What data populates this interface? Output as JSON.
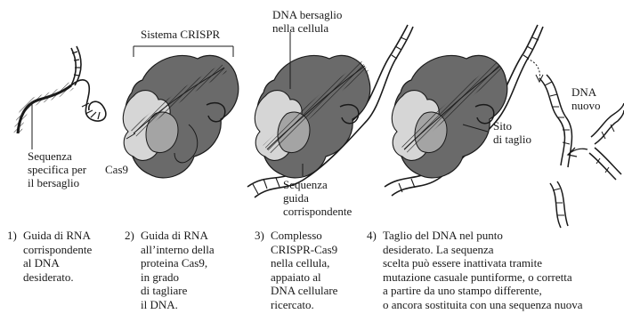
{
  "labels": {
    "sistema": "Sistema CRISPR",
    "dna_target": [
      "DNA bersaglio",
      "nella cellula"
    ],
    "seq_spec": [
      "Sequenza",
      "specifica per",
      "il bersaglio"
    ],
    "cas9": "Cas9",
    "seq_guida": [
      "Sequenza",
      "guida",
      "corrispondente"
    ],
    "sito": [
      "Sito",
      "di taglio"
    ],
    "dna_nuovo": [
      "DNA",
      "nuovo"
    ]
  },
  "captions": [
    {
      "num": "1)",
      "lines": [
        "Guida di RNA",
        "corrispondente",
        "al DNA",
        "desiderato."
      ]
    },
    {
      "num": "2)",
      "lines": [
        "Guida di RNA",
        "all’interno della",
        "proteina Cas9,",
        "in grado",
        "di tagliare",
        "il DNA."
      ]
    },
    {
      "num": "3)",
      "lines": [
        "Complesso",
        "CRISPR-Cas9",
        "nella cellula,",
        "appaiato al",
        "DNA cellulare",
        "ricercato."
      ]
    },
    {
      "num": "4)",
      "lines": [
        "Taglio del DNA nel punto",
        "desiderato. La sequenza",
        "scelta può essere inattivata tramite",
        "mutazione casuale puntiforme, o corretta",
        "a partire da uno stampo differente,",
        "o ancora sostituita con una sequenza nuova"
      ]
    }
  ],
  "colors": {
    "protein_light": "#d2d2d2",
    "protein_mid": "#9a9a9a",
    "protein_dark": "#5f5f5f",
    "line": "#1a1a1a",
    "guide_fill": "#b8b8b8"
  }
}
